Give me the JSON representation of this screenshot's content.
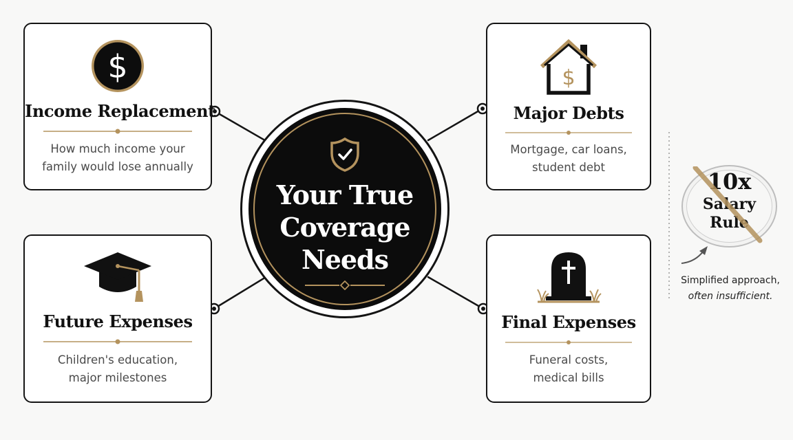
{
  "center": {
    "title_line_1": "Your True",
    "title_line_2": "Coverage",
    "title_line_3": "Needs",
    "icon": "shield-check-icon"
  },
  "cards": {
    "income": {
      "title": "Income Replacement",
      "desc_line_1": "How much income your",
      "desc_line_2": "family would lose annually",
      "icon": "dollar-coin-icon"
    },
    "debts": {
      "title": "Major Debts",
      "desc_line_1": "Mortgage, car loans,",
      "desc_line_2": "student debt",
      "icon": "house-dollar-icon"
    },
    "future": {
      "title": "Future Expenses",
      "desc_line_1": "Children's education,",
      "desc_line_2": "major milestones",
      "icon": "graduation-cap-icon"
    },
    "final": {
      "title": "Final Expenses",
      "desc_line_1": "Funeral costs,",
      "desc_line_2": "medical bills",
      "icon": "headstone-icon"
    }
  },
  "rule": {
    "line_1": "10x",
    "line_2": "Salary",
    "line_3": "Rule",
    "note_line_1": "Simplified approach,",
    "note_line_2": "often insufficient.",
    "status": "crossed-out"
  },
  "colors": {
    "gold": "#b4935e",
    "ink": "#141414",
    "background": "#f8f8f7"
  }
}
